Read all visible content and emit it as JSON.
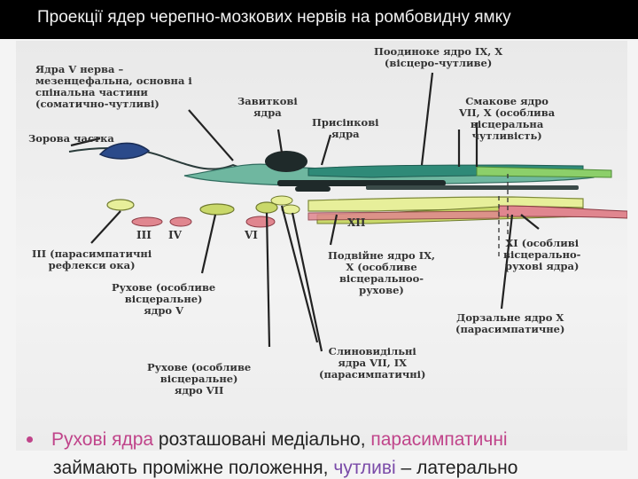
{
  "slide": {
    "title": "Проекції ядер черепно-мозкових нервів на ромбовидну ямку",
    "bullet": {
      "part1": "Рухові ядра",
      "part2": " розташовані медіально, ",
      "part3": "парасимпатичні",
      "line2_part1": "займають проміжне положення, ",
      "line2_part2": "чутливі",
      "line2_part3": " – латерально"
    }
  },
  "diagram": {
    "labels": {
      "solitary": [
        "Поодиноке ядро IX, X",
        "(вісцеро-чутливе)"
      ],
      "nerve5": [
        "Ядра V нерва –",
        "мезенцефальна, основна і",
        "спінальна частини",
        "(соматично-чутливі)"
      ],
      "vestibular": [
        "Завиткові",
        "ядра"
      ],
      "cochlear": [
        "Присінкові",
        "ядра"
      ],
      "gustatory": [
        "Смакове ядро",
        "VII, X (особлива",
        "вісцеральна",
        "чутливість)"
      ],
      "visual": "Зорова частка",
      "iii": [
        "III (парасимпатичні",
        "рефлекси ока)"
      ],
      "motor5": [
        "Рухове (особливе",
        "вісцеральне)",
        "ядро V"
      ],
      "ambiguus": [
        "Подвійне ядро IX,",
        "X (особливе",
        "вісцеральноo-",
        "рухове)"
      ],
      "xi": [
        "XI (особливі",
        "вісцерально-",
        "рухові ядра)"
      ],
      "dorsal10": [
        "Дорзальне ядро X",
        "(парасимпатичне)"
      ],
      "salivatory": [
        "Слиновидільні",
        "ядра VII, IX",
        "(парасимпатичні)"
      ],
      "motor7": [
        "Рухове (особливе",
        "вісцеральне)",
        "ядро VII"
      ]
    },
    "roman": {
      "iii": "III",
      "iv": "IV",
      "vi": "VI",
      "xii": "XII"
    },
    "colors": {
      "motor": "#e0868f",
      "special_visceral_motor": "#c9d86a",
      "sensory": "#2f8a78",
      "somatic_sensory": "#6fb7a0",
      "dark": "#1f2a2a",
      "visual_lobe": "#2b4a8a"
    }
  }
}
